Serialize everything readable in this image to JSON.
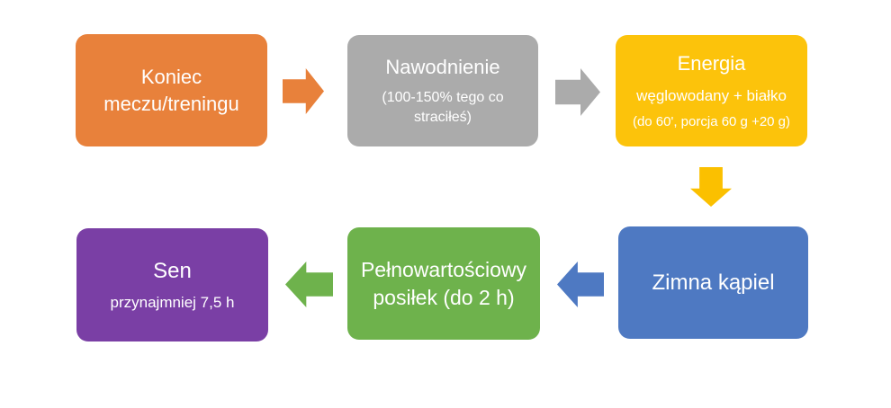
{
  "canvas": {
    "background": "#ffffff",
    "description": "post-workout recovery flowchart"
  },
  "colors": {
    "orange": "#E8813B",
    "gray": "#ABABAB",
    "gold": "#FCC30B",
    "gold_arrow": "#FBC000",
    "blue": "#4E79C2",
    "green": "#6EB24C",
    "purple": "#7A3FA5",
    "text": "#ffffff"
  },
  "steps": [
    {
      "id": "koniec",
      "title": "Koniec\nmeczu/treningu"
    },
    {
      "id": "nawodnienie",
      "title": "Nawodnienie",
      "subtitle": "(100-150% tego co\nstraciłeś)"
    },
    {
      "id": "energia",
      "title": "Energia",
      "subtitle": "węglowodany + białko",
      "detail": "(do 60', porcja 60 g +20 g)"
    },
    {
      "id": "zimna-kapiel",
      "title": "Zimna kąpiel"
    },
    {
      "id": "posilek",
      "title": "Pełnowartościowy\nposiłek (do 2 h)"
    },
    {
      "id": "sen",
      "title": "Sen",
      "subtitle": "przynajmniej 7,5 h"
    }
  ],
  "arrows": [
    {
      "from": "koniec",
      "to": "nawodnienie",
      "direction": "right",
      "color": "#E8813B"
    },
    {
      "from": "nawodnienie",
      "to": "energia",
      "direction": "right",
      "color": "#ABABAB"
    },
    {
      "from": "energia",
      "to": "zimna-kapiel",
      "direction": "down",
      "color": "#FBC000"
    },
    {
      "from": "zimna-kapiel",
      "to": "posilek",
      "direction": "left",
      "color": "#4E79C2"
    },
    {
      "from": "posilek",
      "to": "sen",
      "direction": "left",
      "color": "#6EB24C"
    }
  ]
}
